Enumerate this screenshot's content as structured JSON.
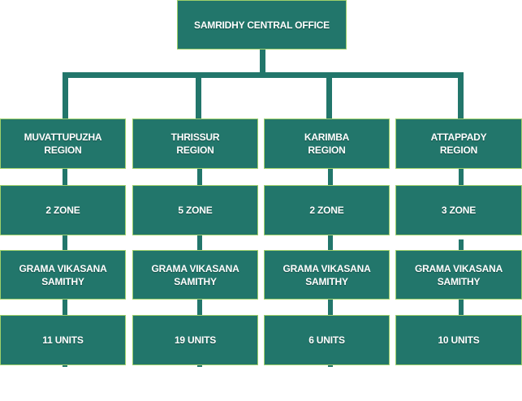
{
  "colors": {
    "box_fill": "#22766b",
    "box_border": "#9fd06a",
    "text": "#ffffff",
    "connector": "#22766b"
  },
  "root": {
    "label": "SAMRIDHY CENTRAL OFFICE"
  },
  "branches": [
    {
      "region": "MUVATTUPUZHA\nREGION",
      "zone": "2 ZONE",
      "samithy": "GRAMA VIKASANA\nSAMITHY",
      "units": "11 UNITS"
    },
    {
      "region": "THRISSUR\nREGION",
      "zone": "5 ZONE",
      "samithy": "GRAMA VIKASANA\nSAMITHY",
      "units": "19 UNITS"
    },
    {
      "region": "KARIMBA\nREGION",
      "zone": "2 ZONE",
      "samithy": "GRAMA VIKASANA\nSAMITHY",
      "units": "6 UNITS"
    },
    {
      "region": "ATTAPPADY\nREGION",
      "zone": "3 ZONE",
      "samithy": "GRAMA VIKASANA\nSAMITHY",
      "units": "10 UNITS"
    }
  ]
}
